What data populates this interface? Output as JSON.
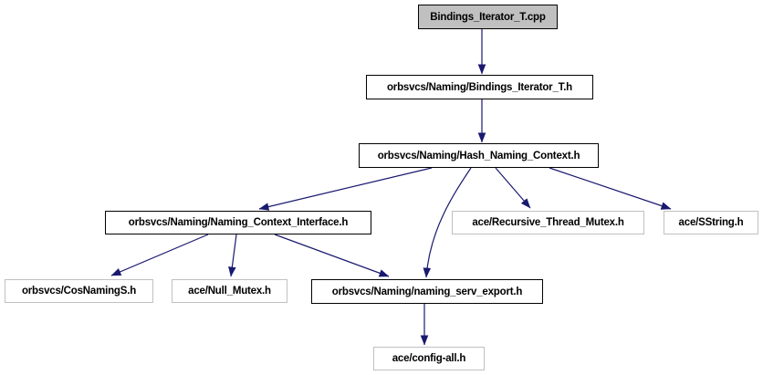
{
  "diagram": {
    "kind": "include-dependency-graph",
    "colors": {
      "arrow": "#191970",
      "root_fill": "#c0c0c0",
      "node_fill": "#ffffff",
      "node_border": "#000000",
      "leaf_border": "#c0c0c0",
      "text": "#000000"
    },
    "nodes": [
      {
        "id": "bindings-iterator-t-cpp",
        "label": "Bindings_Iterator_T.cpp",
        "kind": "root"
      },
      {
        "id": "bindings-iterator-t-h",
        "label": "orbsvcs/Naming/Bindings_Iterator_T.h",
        "kind": "internal"
      },
      {
        "id": "hash-naming-context-h",
        "label": "orbsvcs/Naming/Hash_Naming_Context.h",
        "kind": "internal"
      },
      {
        "id": "naming-context-interface-h",
        "label": "orbsvcs/Naming/Naming_Context_Interface.h",
        "kind": "internal"
      },
      {
        "id": "recursive-thread-mutex-h",
        "label": "ace/Recursive_Thread_Mutex.h",
        "kind": "leaf"
      },
      {
        "id": "sstring-h",
        "label": "ace/SString.h",
        "kind": "leaf"
      },
      {
        "id": "cosnamings-h",
        "label": "orbsvcs/CosNamingS.h",
        "kind": "leaf"
      },
      {
        "id": "null-mutex-h",
        "label": "ace/Null_Mutex.h",
        "kind": "leaf"
      },
      {
        "id": "naming-serv-export-h",
        "label": "orbsvcs/Naming/naming_serv_export.h",
        "kind": "internal"
      },
      {
        "id": "config-all-h",
        "label": "ace/config-all.h",
        "kind": "leaf"
      }
    ],
    "edges": [
      {
        "from": "Bindings_Iterator_T.cpp",
        "to": "orbsvcs/Naming/Bindings_Iterator_T.h"
      },
      {
        "from": "orbsvcs/Naming/Bindings_Iterator_T.h",
        "to": "orbsvcs/Naming/Hash_Naming_Context.h"
      },
      {
        "from": "orbsvcs/Naming/Hash_Naming_Context.h",
        "to": "orbsvcs/Naming/Naming_Context_Interface.h"
      },
      {
        "from": "orbsvcs/Naming/Hash_Naming_Context.h",
        "to": "orbsvcs/Naming/naming_serv_export.h"
      },
      {
        "from": "orbsvcs/Naming/Hash_Naming_Context.h",
        "to": "ace/Recursive_Thread_Mutex.h"
      },
      {
        "from": "orbsvcs/Naming/Hash_Naming_Context.h",
        "to": "ace/SString.h"
      },
      {
        "from": "orbsvcs/Naming/Naming_Context_Interface.h",
        "to": "orbsvcs/CosNamingS.h"
      },
      {
        "from": "orbsvcs/Naming/Naming_Context_Interface.h",
        "to": "ace/Null_Mutex.h"
      },
      {
        "from": "orbsvcs/Naming/Naming_Context_Interface.h",
        "to": "orbsvcs/Naming/naming_serv_export.h"
      },
      {
        "from": "orbsvcs/Naming/naming_serv_export.h",
        "to": "ace/config-all.h"
      }
    ]
  }
}
